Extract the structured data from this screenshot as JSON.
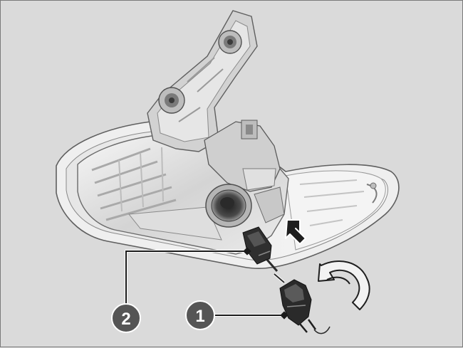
{
  "figure": {
    "subject": "tail-light-assembly",
    "callouts": [
      {
        "number": "1",
        "target": "bulb-socket-removed"
      },
      {
        "number": "2",
        "target": "bulb-socket-installed"
      }
    ],
    "arrows": [
      "push-arrow-icon",
      "twist-arrow-icon"
    ]
  },
  "colors": {
    "background": "#dadada",
    "housing_light": "#f2f2f2",
    "housing_mid": "#c9c9c9",
    "housing_dark": "#8c8c8c",
    "parts_dark": "#2f2f2f",
    "callout_fill": "#555555",
    "leader_line": "#1a1a1a"
  }
}
